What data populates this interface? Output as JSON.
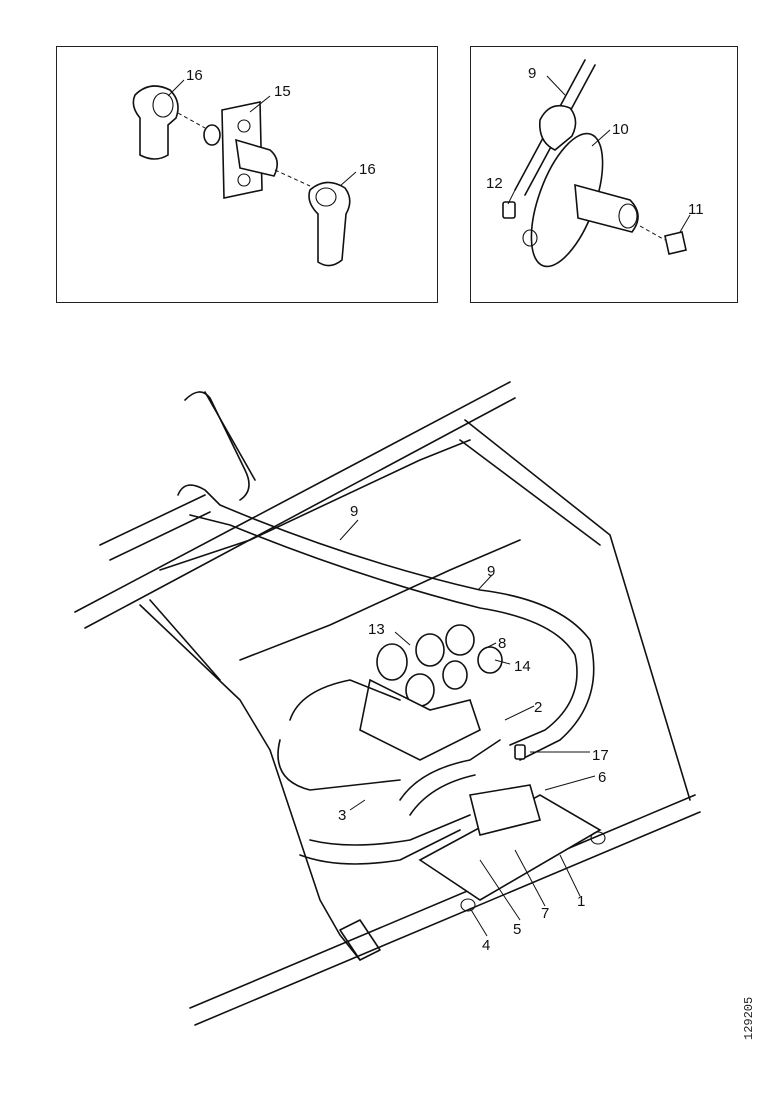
{
  "figure": {
    "id_code": "129205",
    "callouts": {
      "c1": "1",
      "c2": "2",
      "c3": "3",
      "c4": "4",
      "c5": "5",
      "c6": "6",
      "c7": "7",
      "c8": "8",
      "c9a": "9",
      "c9b": "9",
      "c9c": "9",
      "c10": "10",
      "c11": "11",
      "c12": "12",
      "c13": "13",
      "c14": "14",
      "c15": "15",
      "c16a": "16",
      "c16b": "16",
      "c17": "17"
    }
  }
}
